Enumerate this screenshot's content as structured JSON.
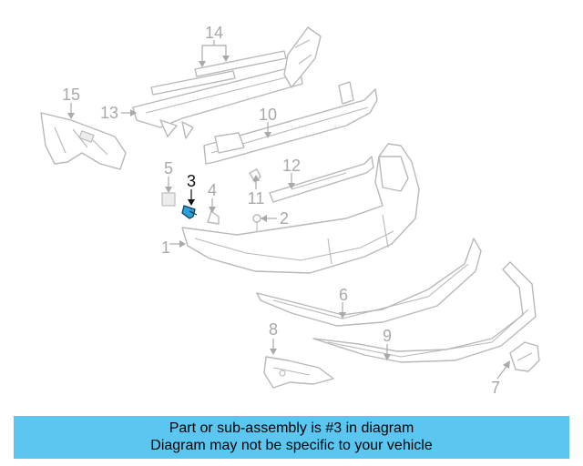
{
  "diagram": {
    "callouts": {
      "c1": "1",
      "c2": "2",
      "c3": "3",
      "c4": "4",
      "c5": "5",
      "c6": "6",
      "c7": "7",
      "c8": "8",
      "c9": "9",
      "c10": "10",
      "c11": "11",
      "c12": "12",
      "c13": "13",
      "c14": "14",
      "c15": "15"
    },
    "highlight_part": "3",
    "colors": {
      "line": "#b8b8b8",
      "label": "#a9a9a9",
      "highlight_label": "#111111",
      "fastener": "#2aa0d8"
    }
  },
  "banner": {
    "line1": "Part or sub-assembly is #3 in diagram",
    "line2": "Diagram may not be specific to your vehicle",
    "color": "#5bc6f0"
  }
}
